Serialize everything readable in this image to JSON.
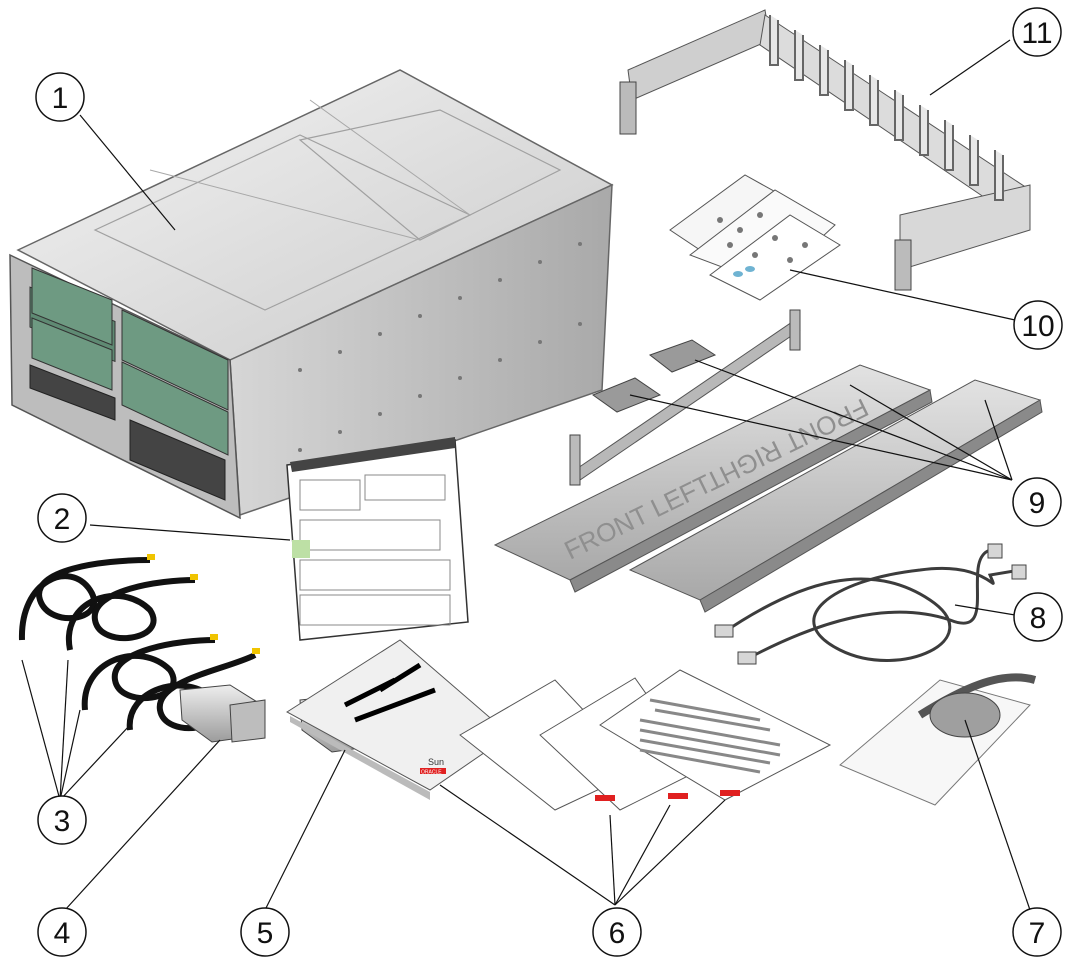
{
  "callouts": [
    "1",
    "2",
    "3",
    "4",
    "5",
    "6",
    "7",
    "8",
    "9",
    "10",
    "11"
  ],
  "rail_labels": {
    "left": "FRONT LEFT",
    "right": "FRONT RIGHT"
  },
  "brand": {
    "sun": "Sun",
    "oracle": "ORACLE"
  }
}
